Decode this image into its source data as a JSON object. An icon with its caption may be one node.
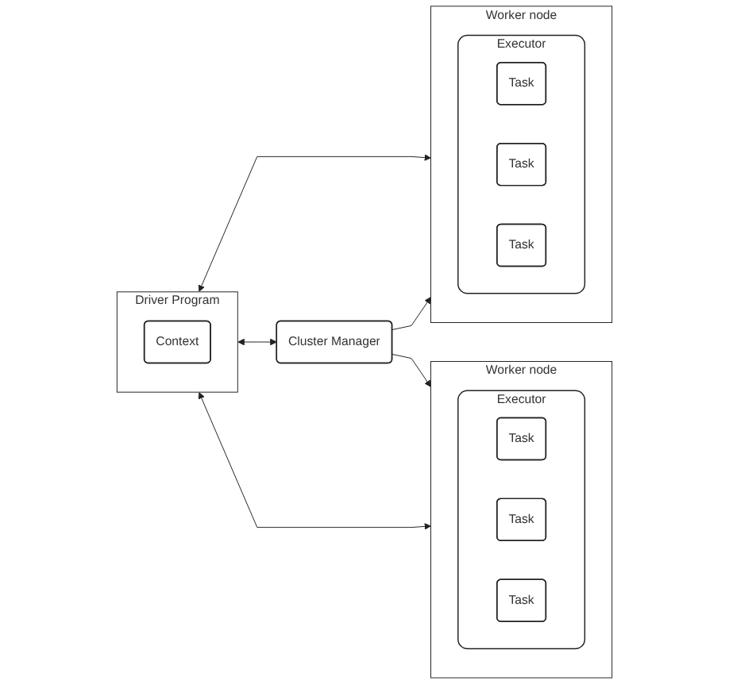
{
  "diagram": {
    "nodes": [
      {
        "text": [
          "Driver Program"
        ]
      },
      {
        "text": [
          "Context"
        ],
        "in": 0
      },
      {
        "text": [
          "Cluster Manager"
        ]
      },
      {
        "text": [
          "Worker node"
        ]
      },
      {
        "text": [
          "Executor"
        ],
        "in": 3
      },
      {
        "text": [
          "Task"
        ],
        "in": 4
      },
      {
        "text": [
          "Task"
        ],
        "in": 4
      },
      {
        "text": [
          "Task"
        ],
        "in": 4
      },
      {
        "text": [
          "Worker node"
        ]
      },
      {
        "text": [
          "Executor"
        ],
        "in": 8
      },
      {
        "text": [
          "Task"
        ],
        "in": 9
      },
      {
        "text": [
          "Task"
        ],
        "in": 9
      },
      {
        "text": [
          "Task"
        ],
        "in": 9
      }
    ],
    "edges": [
      {
        "from": 0,
        "to": 3,
        "arrow": "both"
      },
      {
        "from": 0,
        "to": 2,
        "arrow": "both"
      },
      {
        "from": 2,
        "to": 3,
        "arrow": "to"
      },
      {
        "from": 2,
        "to": 8,
        "arrow": "to"
      },
      {
        "from": 0,
        "to": 8,
        "arrow": "both"
      }
    ]
  }
}
